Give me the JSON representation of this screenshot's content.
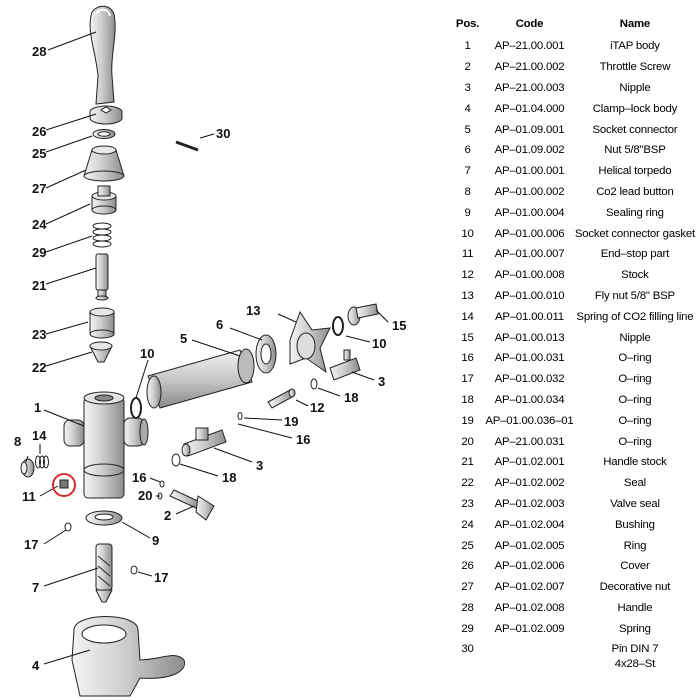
{
  "table": {
    "headers": {
      "pos": "Pos.",
      "code": "Code",
      "name": "Name"
    },
    "rows": [
      {
        "pos": "1",
        "code": "AP–21.00.001",
        "name": "iTAP body"
      },
      {
        "pos": "2",
        "code": "AP–21.00.002",
        "name": "Throttle Screw"
      },
      {
        "pos": "3",
        "code": "AP–21.00.003",
        "name": "Nipple"
      },
      {
        "pos": "4",
        "code": "AP–01.04.000",
        "name": "Clamp–lock body"
      },
      {
        "pos": "5",
        "code": "AP–01.09.001",
        "name": "Socket connector"
      },
      {
        "pos": "6",
        "code": "AP–01.09.002",
        "name": "Nut 5/8\"BSP"
      },
      {
        "pos": "7",
        "code": "AP–01.00.001",
        "name": "Helical torpedo"
      },
      {
        "pos": "8",
        "code": "AP–01.00.002",
        "name": "Co2 lead button"
      },
      {
        "pos": "9",
        "code": "AP–01.00.004",
        "name": "Sealing ring"
      },
      {
        "pos": "10",
        "code": "AP–01.00.006",
        "name": "Socket connector gasket"
      },
      {
        "pos": "11",
        "code": "AP–01.00.007",
        "name": "End–stop part"
      },
      {
        "pos": "12",
        "code": "AP–01.00.008",
        "name": "Stock"
      },
      {
        "pos": "13",
        "code": "AP–01.00.010",
        "name": "Fly nut 5/8\" BSP"
      },
      {
        "pos": "14",
        "code": "AP–01.00.011",
        "name": "Spring of CO2 filling line"
      },
      {
        "pos": "15",
        "code": "AP–01.00.013",
        "name": "Nipple"
      },
      {
        "pos": "16",
        "code": "AP–01.00.031",
        "name": "O–ring"
      },
      {
        "pos": "17",
        "code": "AP–01.00.032",
        "name": "O–ring"
      },
      {
        "pos": "18",
        "code": "AP–01.00.034",
        "name": "O–ring"
      },
      {
        "pos": "19",
        "code": "AP–01.00.036–01",
        "name": "O–ring"
      },
      {
        "pos": "20",
        "code": "AP–21.00.031",
        "name": "O–ring"
      },
      {
        "pos": "21",
        "code": "AP–01.02.001",
        "name": "Handle stock"
      },
      {
        "pos": "22",
        "code": "AP–01.02.002",
        "name": "Seal"
      },
      {
        "pos": "23",
        "code": "AP–01.02.003",
        "name": "Valve seal"
      },
      {
        "pos": "24",
        "code": "AP–01.02.004",
        "name": "Bushing"
      },
      {
        "pos": "25",
        "code": "AP–01.02.005",
        "name": "Ring"
      },
      {
        "pos": "26",
        "code": "AP–01.02.006",
        "name": "Cover"
      },
      {
        "pos": "27",
        "code": "AP–01.02.007",
        "name": "Decorative nut"
      },
      {
        "pos": "28",
        "code": "AP–01.02.008",
        "name": "Handle"
      },
      {
        "pos": "29",
        "code": "AP–01.02.009",
        "name": "Spring"
      }
    ],
    "last_row": {
      "pos": "30",
      "code": "",
      "name_line1": "Pin DIN 7",
      "name_line2": "4x28–St"
    }
  },
  "callouts": {
    "c1": "1",
    "c2": "2",
    "c3a": "3",
    "c3b": "3",
    "c4": "4",
    "c5": "5",
    "c6": "6",
    "c7": "7",
    "c8": "8",
    "c9": "9",
    "c10a": "10",
    "c10b": "10",
    "c11": "11",
    "c12": "12",
    "c13": "13",
    "c14": "14",
    "c15": "15",
    "c16a": "16",
    "c16b": "16",
    "c17a": "17",
    "c17b": "17",
    "c18a": "18",
    "c18b": "18",
    "c19": "19",
    "c20": "20",
    "c21": "21",
    "c22": "22",
    "c23": "23",
    "c24": "24",
    "c25": "25",
    "c26": "26",
    "c27": "27",
    "c28": "28",
    "c29": "29",
    "c30": "30"
  },
  "highlight_color": "#d62b2b"
}
